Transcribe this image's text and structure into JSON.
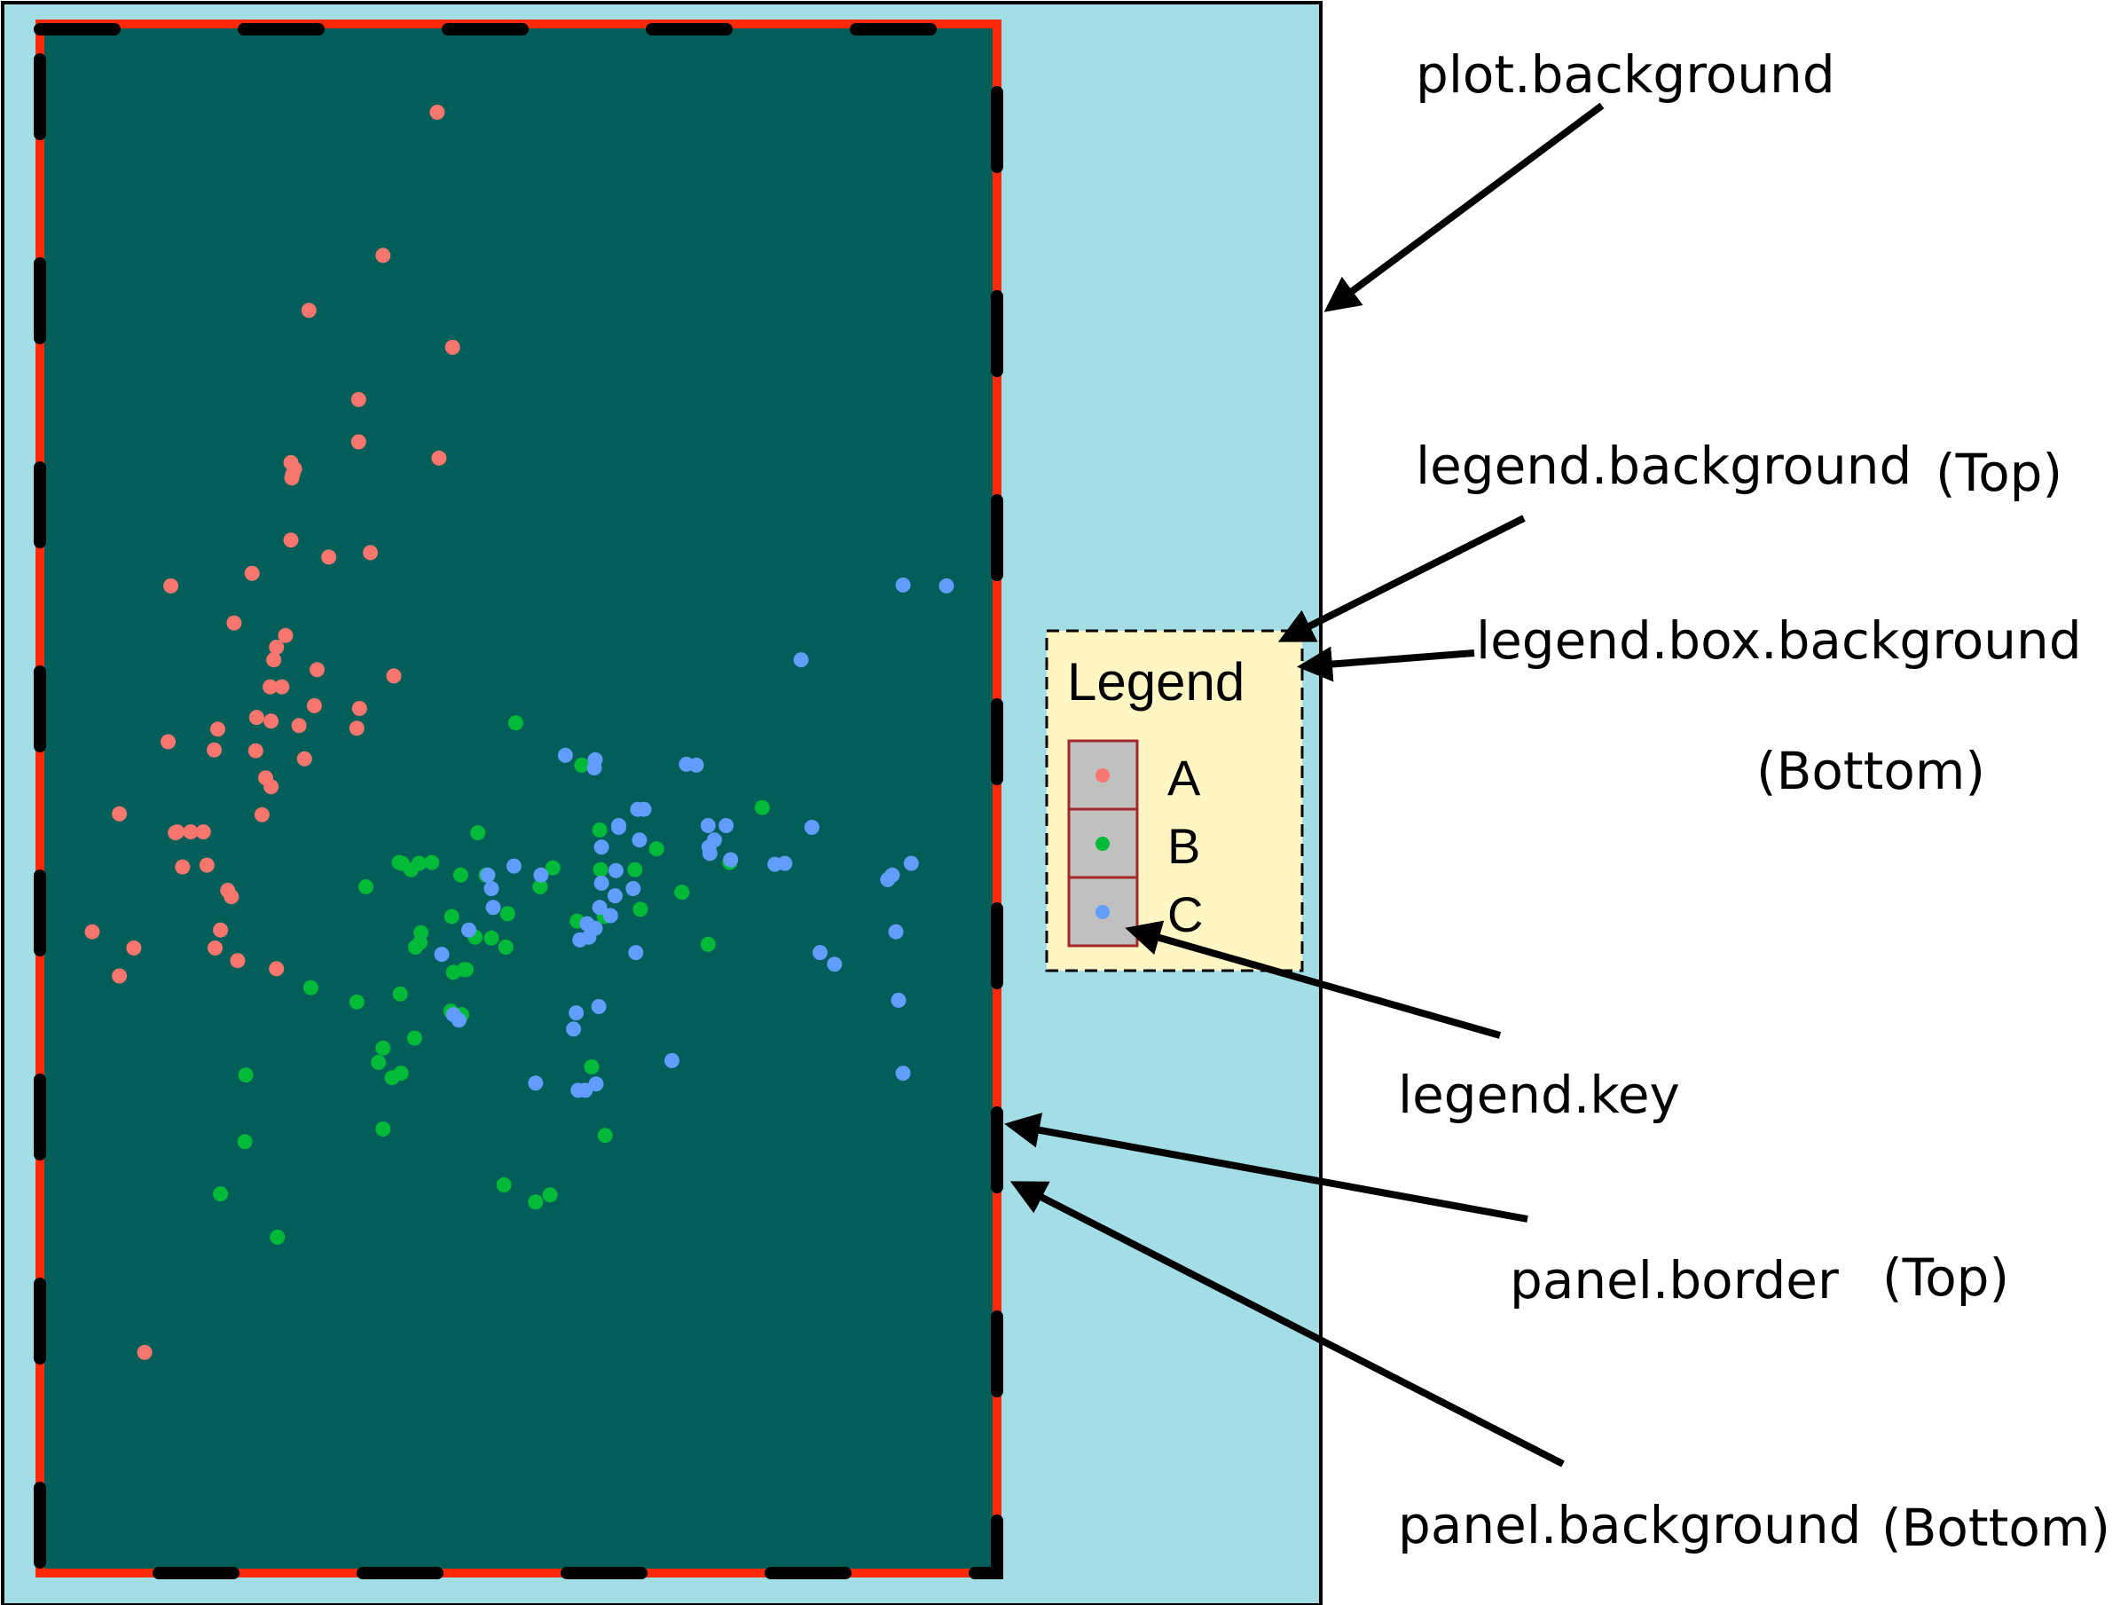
{
  "colors": {
    "plot_background": "#a3dde6",
    "panel_background": "#025e59",
    "panel_border_outer": "#ff2a0a",
    "panel_border_dash": "#000000",
    "legend_background": "#fff6c4",
    "legend_key_fill": "#c0c0c0",
    "legend_key_border": "#a3282a",
    "series": {
      "A": "#f8766d",
      "B": "#00ba38",
      "C": "#619cff"
    }
  },
  "annotations": {
    "plot_background": "plot.background",
    "legend_background": "legend.background",
    "legend_background_qualifier": "(Top)",
    "legend_box_background": "legend.box.background",
    "legend_box_background_qualifier": "(Bottom)",
    "legend_key": "legend.key",
    "panel_border": "panel.border",
    "panel_border_qualifier": "(Top)",
    "panel_background": "panel.background",
    "panel_background_qualifier": "(Bottom)"
  },
  "legend": {
    "title": "Legend",
    "keys": [
      {
        "label": "A",
        "series": "A"
      },
      {
        "label": "B",
        "series": "B"
      },
      {
        "label": "C",
        "series": "C"
      }
    ]
  },
  "chart_data": {
    "type": "scatter",
    "axes_visible": false,
    "xlim": [
      0,
      1060
    ],
    "ylim": [
      0,
      1720
    ],
    "series": [
      {
        "name": "A",
        "points": [
          [
            440,
            1622
          ],
          [
            380,
            1463
          ],
          [
            298,
            1402
          ],
          [
            457,
            1361
          ],
          [
            353,
            1303
          ],
          [
            353,
            1256
          ],
          [
            442,
            1238
          ],
          [
            278,
            1233
          ],
          [
            282,
            1226
          ],
          [
            280,
            1220
          ],
          [
            279,
            1216
          ],
          [
            278,
            1147
          ],
          [
            366,
            1133
          ],
          [
            320,
            1128
          ],
          [
            145,
            1096
          ],
          [
            235,
            1110
          ],
          [
            215,
            1055
          ],
          [
            272,
            1041
          ],
          [
            262,
            1028
          ],
          [
            259,
            1014
          ],
          [
            307,
            1003
          ],
          [
            392,
            996
          ],
          [
            255,
            984
          ],
          [
            268,
            984
          ],
          [
            304,
            963
          ],
          [
            354,
            960
          ],
          [
            240,
            950
          ],
          [
            256,
            946
          ],
          [
            287,
            941
          ],
          [
            351,
            938
          ],
          [
            197,
            937
          ],
          [
            142,
            923
          ],
          [
            193,
            914
          ],
          [
            239,
            913
          ],
          [
            293,
            904
          ],
          [
            250,
            883
          ],
          [
            256,
            873
          ],
          [
            246,
            842
          ],
          [
            88,
            843
          ],
          [
            181,
            823
          ],
          [
            167,
            823
          ],
          [
            152,
            823
          ],
          [
            150,
            822
          ],
          [
            185,
            786
          ],
          [
            158,
            784
          ],
          [
            208,
            758
          ],
          [
            212,
            751
          ],
          [
            200,
            714
          ],
          [
            58,
            712
          ],
          [
            194,
            694
          ],
          [
            104,
            694
          ],
          [
            219,
            680
          ],
          [
            262,
            671
          ],
          [
            88,
            663
          ],
          [
            116,
            245
          ]
        ],
        "color": "#f8766d"
      },
      {
        "name": "B",
        "points": [
          [
            527,
            944
          ],
          [
            600,
            897
          ],
          [
            800,
            850
          ],
          [
            620,
            825
          ],
          [
            485,
            822
          ],
          [
            683,
            804
          ],
          [
            398,
            789
          ],
          [
            420,
            788
          ],
          [
            764,
            789
          ],
          [
            659,
            781
          ],
          [
            401,
            788
          ],
          [
            411,
            781
          ],
          [
            434,
            789
          ],
          [
            466,
            775
          ],
          [
            568,
            783
          ],
          [
            621,
            781
          ],
          [
            494,
            775
          ],
          [
            361,
            762
          ],
          [
            711,
            756
          ],
          [
            554,
            762
          ],
          [
            665,
            737
          ],
          [
            518,
            732
          ],
          [
            595,
            724
          ],
          [
            625,
            729
          ],
          [
            456,
            729
          ],
          [
            422,
            711
          ],
          [
            500,
            705
          ],
          [
            416,
            695
          ],
          [
            482,
            706
          ],
          [
            516,
            695
          ],
          [
            421,
            700
          ],
          [
            740,
            698
          ],
          [
            470,
            670
          ],
          [
            458,
            667
          ],
          [
            472,
            670
          ],
          [
            300,
            650
          ],
          [
            399,
            643
          ],
          [
            351,
            634
          ],
          [
            455,
            624
          ],
          [
            467,
            620
          ],
          [
            415,
            594
          ],
          [
            380,
            583
          ],
          [
            400,
            555
          ],
          [
            611,
            562
          ],
          [
            375,
            567
          ],
          [
            390,
            550
          ],
          [
            228,
            553
          ],
          [
            380,
            493
          ],
          [
            227,
            479
          ],
          [
            626,
            486
          ],
          [
            200,
            421
          ],
          [
            514,
            431
          ],
          [
            565,
            420
          ],
          [
            263,
            373
          ],
          [
            549,
            412
          ]
        ],
        "color": "#00ba38"
      },
      {
        "name": "C",
        "points": [
          [
            956,
            1097
          ],
          [
            1004,
            1096
          ],
          [
            843,
            1014
          ],
          [
            582,
            908
          ],
          [
            615,
            903
          ],
          [
            716,
            898
          ],
          [
            727,
            897
          ],
          [
            614,
            894
          ],
          [
            669,
            848
          ],
          [
            662,
            848
          ],
          [
            641,
            830
          ],
          [
            740,
            830
          ],
          [
            760,
            830
          ],
          [
            855,
            828
          ],
          [
            641,
            828
          ],
          [
            622,
            806
          ],
          [
            741,
            806
          ],
          [
            747,
            814
          ],
          [
            664,
            814
          ],
          [
            765,
            792
          ],
          [
            638,
            780
          ],
          [
            525,
            785
          ],
          [
            555,
            775
          ],
          [
            496,
            775
          ],
          [
            825,
            788
          ],
          [
            814,
            787
          ],
          [
            944,
            775
          ],
          [
            965,
            788
          ],
          [
            742,
            799
          ],
          [
            939,
            770
          ],
          [
            622,
            766
          ],
          [
            500,
            760
          ],
          [
            637,
            752
          ],
          [
            657,
            760
          ],
          [
            502,
            739
          ],
          [
            620,
            739
          ],
          [
            632,
            730
          ],
          [
            606,
            721
          ],
          [
            475,
            714
          ],
          [
            948,
            712
          ],
          [
            598,
            703
          ],
          [
            615,
            716
          ],
          [
            608,
            706
          ],
          [
            445,
            687
          ],
          [
            660,
            689
          ],
          [
            619,
            629
          ],
          [
            594,
            622
          ],
          [
            951,
            636
          ],
          [
            864,
            689
          ],
          [
            880,
            676
          ],
          [
            458,
            620
          ],
          [
            464,
            614
          ],
          [
            549,
            544
          ],
          [
            604,
            536
          ],
          [
            700,
            569
          ],
          [
            956,
            555
          ],
          [
            591,
            604
          ],
          [
            596,
            536
          ],
          [
            616,
            543
          ]
        ],
        "color": "#619cff"
      }
    ]
  }
}
